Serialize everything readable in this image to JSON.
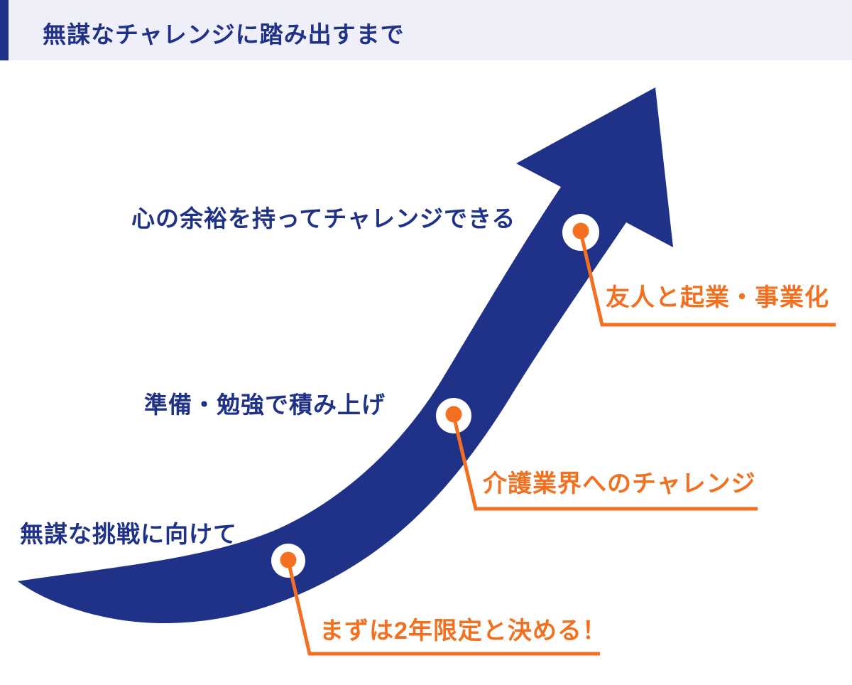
{
  "header": {
    "title": "無謀なチャレンジに踏み出すまで"
  },
  "colors": {
    "navy": "#1F3287",
    "orange": "#F2701F",
    "header_bg": "#EEEFF9",
    "white": "#FFFFFF"
  },
  "milestones": [
    {
      "stage_label": "無謀な挑戦に向けて",
      "callout": "まずは2年限定と決める！"
    },
    {
      "stage_label": "準備・勉強で積み上げ",
      "callout": "介護業界へのチャレンジ"
    },
    {
      "stage_label": "心の余裕を持ってチャレンジできる",
      "callout": "友人と起業・事業化"
    }
  ]
}
